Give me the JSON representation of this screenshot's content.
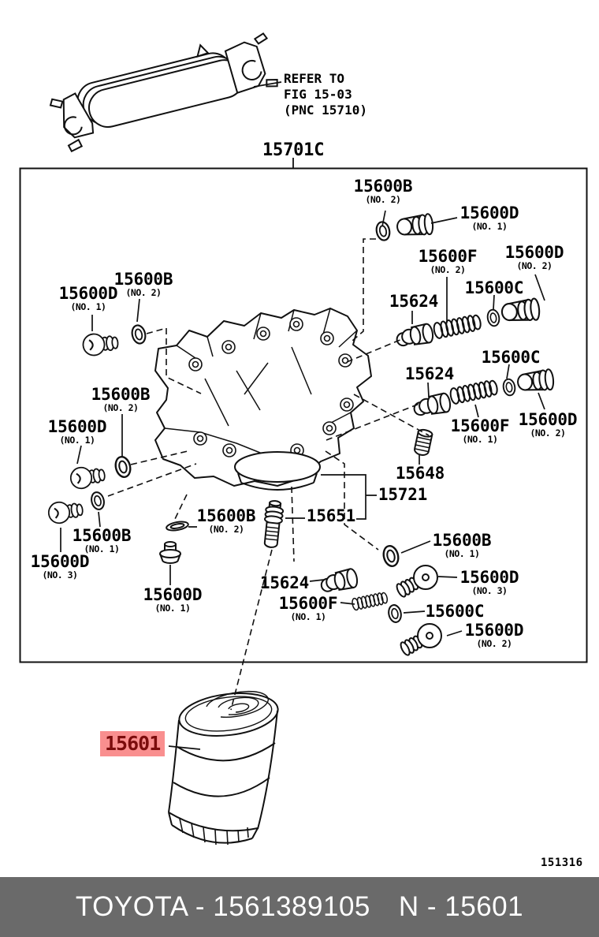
{
  "cooler_note": {
    "lines": [
      "REFER TO",
      "FIG 15-03",
      "(PNC 15710)"
    ],
    "cooler_label": "15701C"
  },
  "diagram": {
    "labels": [
      {
        "text": "15600B",
        "sub": "(NO. 2)"
      },
      {
        "text": "15600D",
        "sub": "(NO. 1)"
      },
      {
        "text": "15600F",
        "sub": "(NO. 2)"
      },
      {
        "text": "15600D",
        "sub": "(NO. 2)"
      },
      {
        "text": "15600C",
        "sub": ""
      },
      {
        "text": "15624",
        "sub": ""
      },
      {
        "text": "15600C",
        "sub": ""
      },
      {
        "text": "15624",
        "sub": ""
      },
      {
        "text": "15600F",
        "sub": "(NO. 1)"
      },
      {
        "text": "15600D",
        "sub": "(NO. 2)"
      },
      {
        "text": "15600D",
        "sub": "(NO. 1)"
      },
      {
        "text": "15600B",
        "sub": "(NO. 2)"
      },
      {
        "text": "15600B",
        "sub": "(NO. 2)"
      },
      {
        "text": "15600D",
        "sub": "(NO. 1)"
      },
      {
        "text": "15600B",
        "sub": "(NO. 1)"
      },
      {
        "text": "15600D",
        "sub": "(NO. 3)"
      },
      {
        "text": "15648",
        "sub": ""
      },
      {
        "text": "15721",
        "sub": ""
      },
      {
        "text": "15651",
        "sub": ""
      },
      {
        "text": "15600B",
        "sub": "(NO. 2)"
      },
      {
        "text": "15600D",
        "sub": "(NO. 1)"
      },
      {
        "text": "15600B",
        "sub": "(NO. 1)"
      },
      {
        "text": "15600D",
        "sub": "(NO. 3)"
      },
      {
        "text": "15624",
        "sub": ""
      },
      {
        "text": "15600F",
        "sub": "(NO. 1)"
      },
      {
        "text": "15600C",
        "sub": ""
      },
      {
        "text": "15600D",
        "sub": "(NO. 2)"
      }
    ],
    "highlight": {
      "text": "15601",
      "bg": "#f98f8f",
      "fg": "#7b0c0c"
    },
    "ref_code": "151316"
  },
  "footer": {
    "left": "TOYOTA - 1561389105",
    "right": "N - 15601",
    "bg": "#6a6a6a",
    "fg": "#ffffff"
  }
}
